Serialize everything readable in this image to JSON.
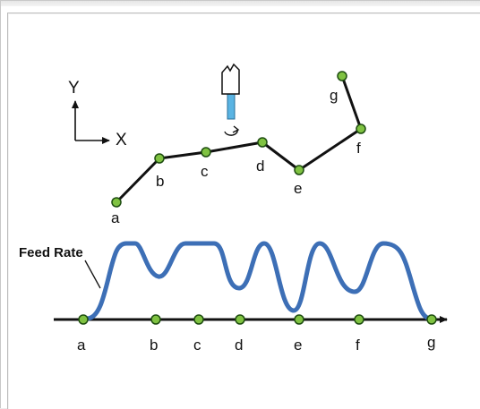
{
  "axes": {
    "y_label": "Y",
    "x_label": "X"
  },
  "path": {
    "points": [
      "a",
      "b",
      "c",
      "d",
      "e",
      "f",
      "g"
    ],
    "labels": {
      "a": "a",
      "b": "b",
      "c": "c",
      "d": "d",
      "e": "e",
      "f": "f",
      "g": "g"
    }
  },
  "feed": {
    "label": "Feed Rate",
    "axis_labels": [
      "a",
      "b",
      "c",
      "d",
      "e",
      "f",
      "g"
    ]
  },
  "colors": {
    "node_fill": "#7fc241",
    "node_stroke": "#1e4d10",
    "curve": "#3d6fb6",
    "line": "#111111",
    "tool_body": "#ffffff",
    "tool_shank": "#5ab4e3"
  },
  "icons": {
    "tool": "milling-tool-icon",
    "rotation": "rotation-arrow-icon"
  }
}
